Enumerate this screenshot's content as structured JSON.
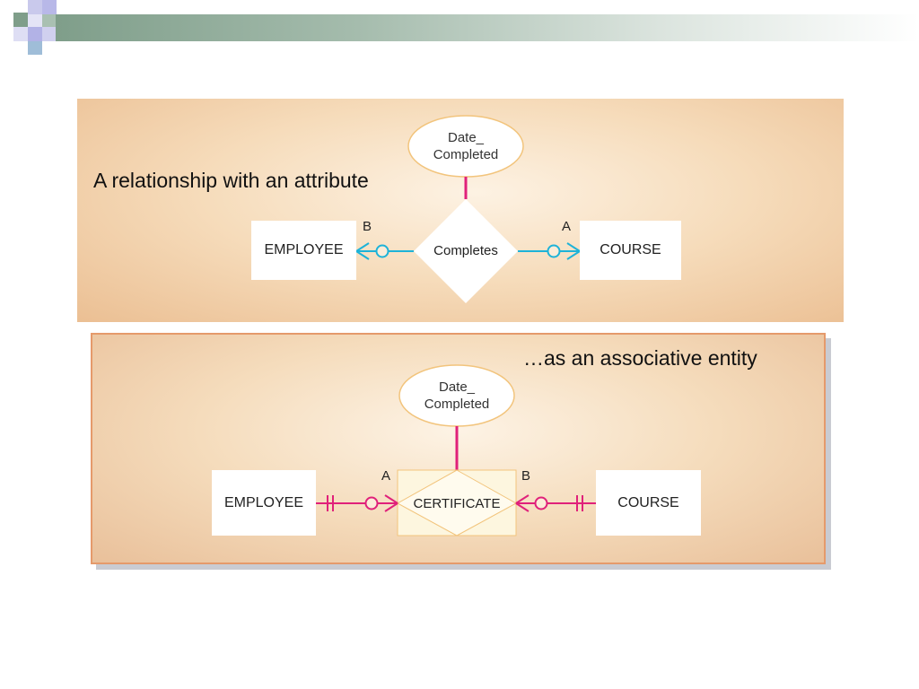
{
  "captions": {
    "top": "A relationship with an attribute",
    "bottom": "…as an associative entity"
  },
  "diagram1": {
    "attribute": [
      "Date_",
      "Completed"
    ],
    "left_entity": "EMPLOYEE",
    "relationship": "Completes",
    "right_entity": "COURSE",
    "left_card": "B",
    "right_card": "A"
  },
  "diagram2": {
    "attribute": [
      "Date_",
      "Completed"
    ],
    "left_entity": "EMPLOYEE",
    "associative_entity": "CERTIFICATE",
    "right_entity": "COURSE",
    "left_card": "A",
    "right_card": "B"
  },
  "colors": {
    "cyan_line": "#1eb3d8",
    "magenta_line": "#e0217a",
    "header_green": "#7f9e8a",
    "panel_border": "#e59a6b"
  }
}
